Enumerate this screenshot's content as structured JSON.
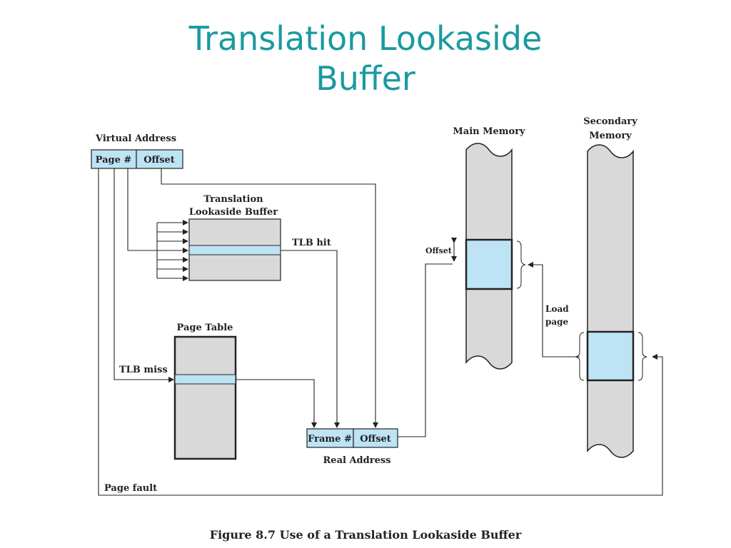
{
  "title": {
    "line1": "Translation Lookaside",
    "line2": "Buffer"
  },
  "diagram": {
    "virtual_address": "Virtual Address",
    "page_num": "Page #",
    "offset": "Offset",
    "tlb_line1": "Translation",
    "tlb_line2": "Lookaside Buffer",
    "tlb_hit": "TLB hit",
    "page_table": "Page Table",
    "tlb_miss": "TLB miss",
    "frame_num": "Frame #",
    "real_offset": "Offset",
    "real_address": "Real Address",
    "page_fault": "Page fault",
    "main_memory": "Main Memory",
    "secondary_line1": "Secondary",
    "secondary_line2": "Memory",
    "mem_offset": "Offset",
    "load_line1": "Load",
    "load_line2": "page"
  },
  "colors": {
    "title": "#1a9aa0",
    "field_fill": "#bde3f5",
    "box_fill": "#d9d9d9"
  },
  "caption": "Figure 8.7 Use of a Translation Lookaside Buffer"
}
